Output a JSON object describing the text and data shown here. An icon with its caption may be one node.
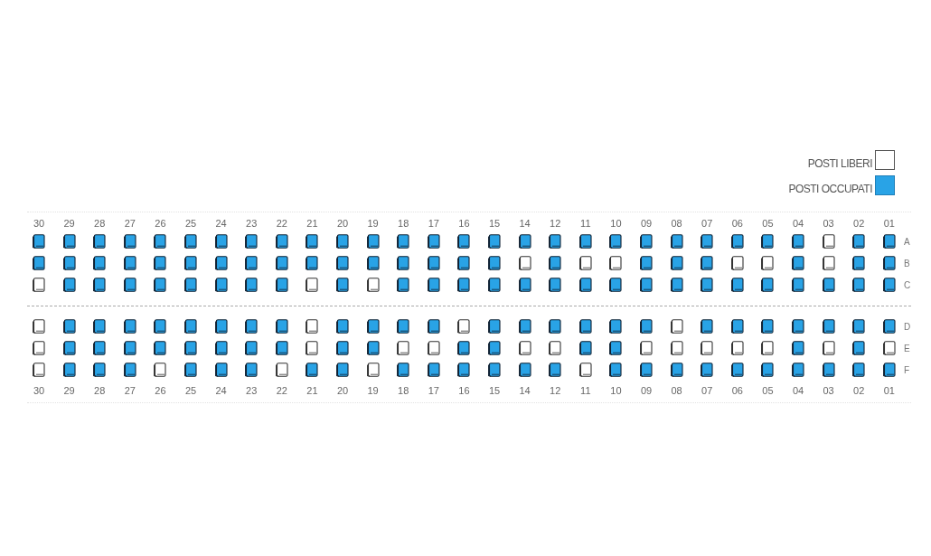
{
  "diagram": {
    "labels": [
      "30",
      "29",
      "28",
      "27",
      "26",
      "25",
      "24",
      "23",
      "22",
      "21",
      "20",
      "19",
      "18",
      "17",
      "16",
      "15",
      "14",
      "12",
      "11",
      "10",
      "09",
      "08",
      "07",
      "06",
      "05",
      "04",
      "03",
      "02",
      "01",
      "A",
      "B",
      "C",
      "D",
      "E",
      "F",
      "30",
      "29",
      "28",
      "27",
      "26",
      "25",
      "24",
      "23",
      "22",
      "21",
      "20",
      "19",
      "18",
      "17",
      "16",
      "15",
      "14",
      "12",
      "11",
      "10",
      "09",
      "08",
      "07",
      "06",
      "05",
      "04",
      "03",
      "02",
      "01"
    ],
    "legend": [
      {
        "text": "POSTI LIBERI",
        "color": "#ffffff"
      },
      {
        "text": "POSTI OCCUPATI",
        "color": "#29a3e6"
      }
    ]
  }
}
